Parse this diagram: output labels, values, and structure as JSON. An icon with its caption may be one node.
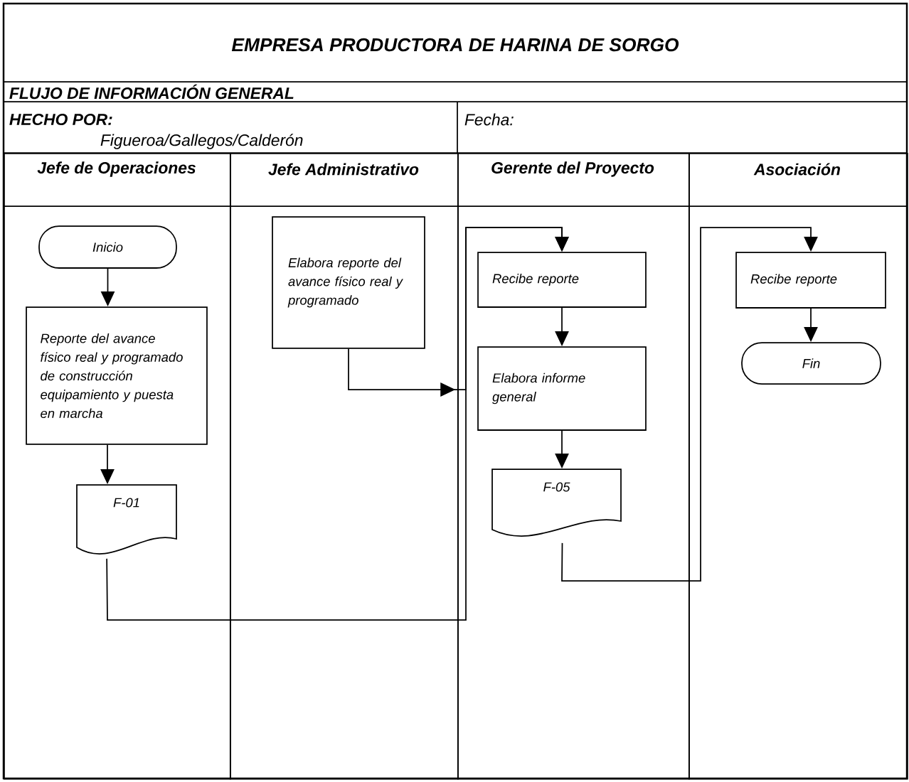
{
  "diagram": {
    "title": "EMPRESA PRODUCTORA DE HARINA DE SORGO",
    "nodes": [
      {
        "text": [
          "Jefe de Operaciones"
        ]
      },
      {
        "text": [
          "Jefe Administrativo"
        ]
      },
      {
        "text": [
          "Gerente del Proyecto"
        ]
      },
      {
        "text": [
          "Asociación"
        ]
      },
      {
        "text": [
          "Inicio"
        ],
        "in": 0
      },
      {
        "text": [
          "Reporte del avance físico real y programado de construcción equipamiento y puesta en marcha"
        ],
        "in": 0
      },
      {
        "text": [
          "F-01"
        ],
        "in": 0
      },
      {
        "text": [
          "Elabora reporte del avance físico real y programado"
        ],
        "in": 1
      },
      {
        "text": [
          "Recibe reporte"
        ],
        "in": 2
      },
      {
        "text": [
          "Elabora informe general"
        ],
        "in": 2
      },
      {
        "text": [
          "F-05"
        ],
        "in": 2
      },
      {
        "text": [
          "Recibe reporte"
        ],
        "in": 3
      },
      {
        "text": [
          "Fin"
        ],
        "in": 3
      }
    ],
    "edges": [
      {
        "from": 4,
        "to": 5,
        "arrow": "to"
      },
      {
        "from": 5,
        "to": 6,
        "arrow": "to"
      },
      {
        "from": 6,
        "to": 8,
        "arrow": "to"
      },
      {
        "from": 7,
        "to": 8,
        "arrow": "to"
      },
      {
        "from": 8,
        "to": 9,
        "arrow": "to"
      },
      {
        "from": 9,
        "to": 10,
        "arrow": "to"
      },
      {
        "from": 10,
        "to": 11,
        "arrow": "to"
      },
      {
        "from": 11,
        "to": 12,
        "arrow": "to"
      }
    ],
    "labels": [
      "FLUJO DE INFORMACIÓN GENERAL",
      "HECHO POR:",
      "Fecha:",
      "Figueroa/Gallegos/Calderón"
    ]
  }
}
